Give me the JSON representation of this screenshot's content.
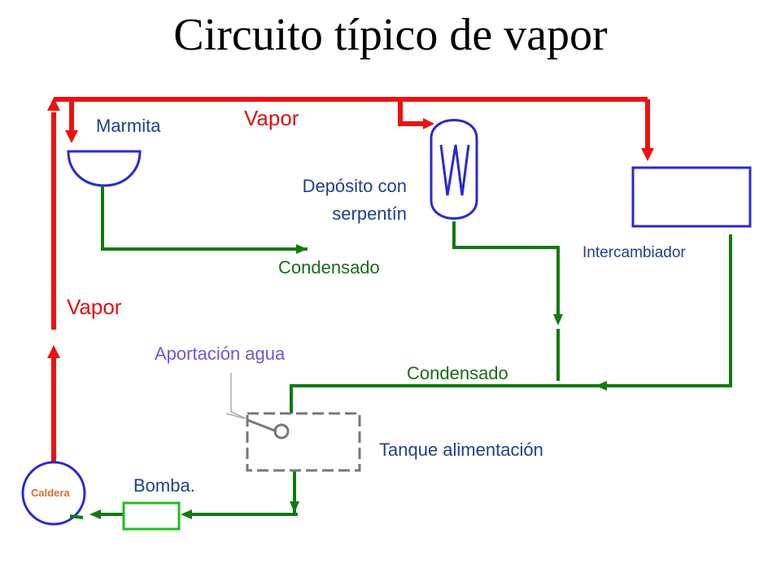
{
  "title": "Circuito típico de vapor",
  "labels": {
    "marmita": "Marmita",
    "vapor_top": "Vapor",
    "deposito_line1": "Depósito con",
    "deposito_line2": "serpentín",
    "intercambiador": "Intercambiador",
    "condensado_1": "Condensado",
    "vapor_left": "Vapor",
    "aportacion": "Aportación agua",
    "condensado_2": "Condensado",
    "tanque": "Tanque alimentación",
    "bomba": "Bomba.",
    "caldera": "Caldera"
  },
  "colors": {
    "steam": "#ee1111",
    "condensate": "#117a11",
    "equipment": "#2a2ad0",
    "tank": "#777777",
    "pump": "#22bb22"
  }
}
